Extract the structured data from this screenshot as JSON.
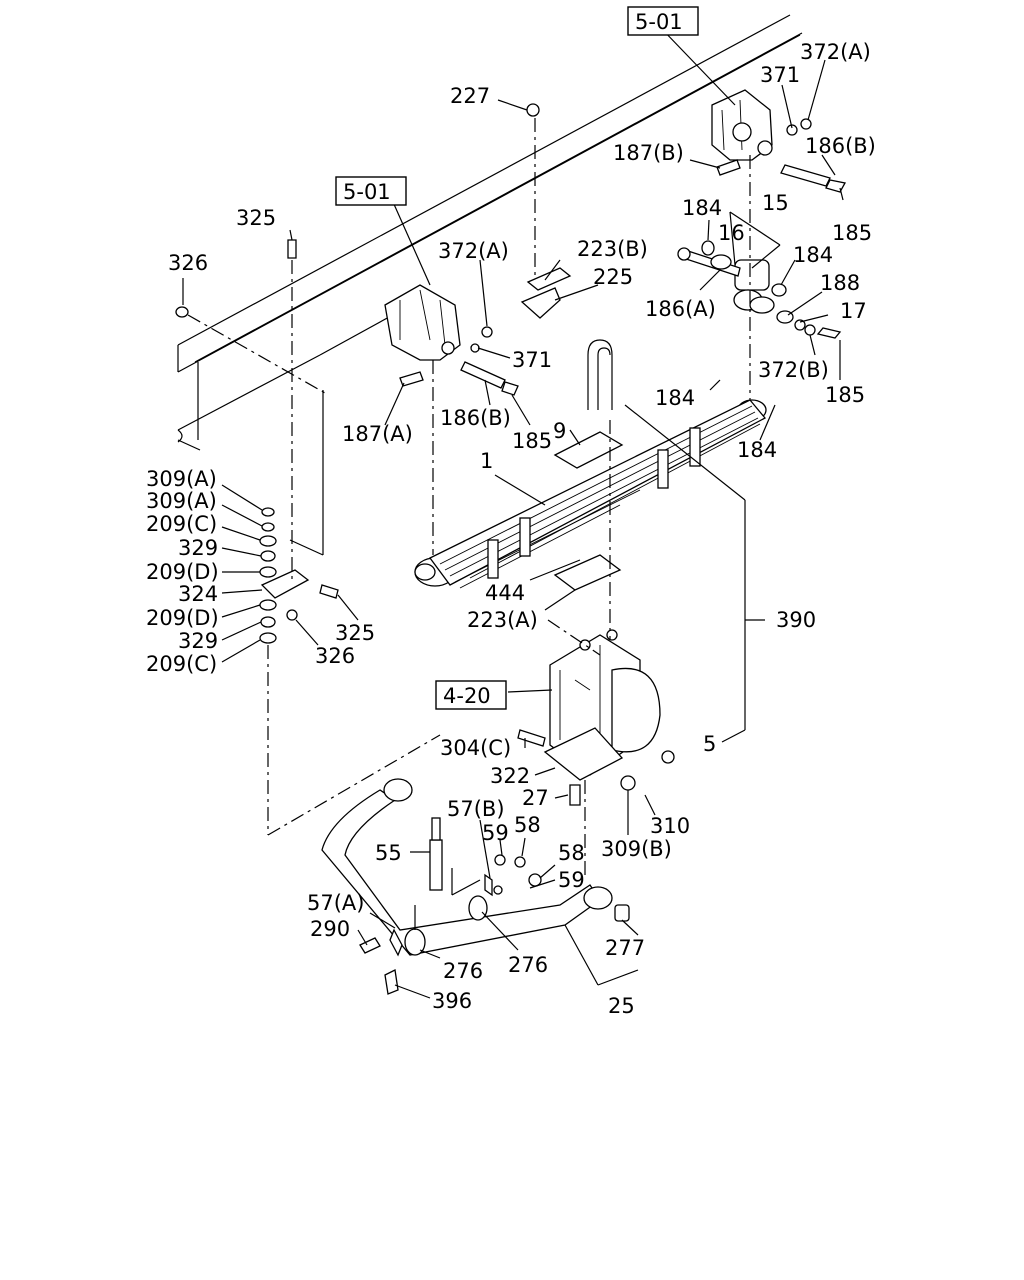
{
  "refs": {
    "frame_top": "5-01",
    "frame_mid": "5-01",
    "axle": "4-20"
  },
  "labels": {
    "p372a_top": "372(A)",
    "p371_top": "371",
    "p227": "227",
    "p187b": "187(B)",
    "p186b_top": "186(B)",
    "p185_top": "185",
    "p184_a": "184",
    "p15": "15",
    "p16": "16",
    "p184_b": "184",
    "p188": "188",
    "p186a": "186(A)",
    "p17": "17",
    "p372b": "372(B)",
    "p185_r": "185",
    "p223b": "223(B)",
    "p225": "225",
    "p325_top": "325",
    "p326_top": "326",
    "p372a_mid": "372(A)",
    "p371_mid": "371",
    "p187a": "187(A)",
    "p186b_mid": "186(B)",
    "p185_mid": "185",
    "p9": "9",
    "p184_c": "184",
    "p184_d": "184",
    "p1": "1",
    "p309a_1": "309(A)",
    "p309a_2": "309(A)",
    "p209c_1": "209(C)",
    "p329_1": "329",
    "p209d_1": "209(D)",
    "p324": "324",
    "p209d_2": "209(D)",
    "p329_2": "329",
    "p209c_2": "209(C)",
    "p325_low": "325",
    "p326_low": "326",
    "p444": "444",
    "p223a": "223(A)",
    "p390": "390",
    "p304c": "304(C)",
    "p5": "5",
    "p322": "322",
    "p27": "27",
    "p310": "310",
    "p309b": "309(B)",
    "p55": "55",
    "p57b": "57(B)",
    "p59_a": "59",
    "p58_a": "58",
    "p58_b": "58",
    "p59_b": "59",
    "p57a": "57(A)",
    "p290": "290",
    "p276_a": "276",
    "p276_b": "276",
    "p277": "277",
    "p396": "396",
    "p25": "25"
  }
}
